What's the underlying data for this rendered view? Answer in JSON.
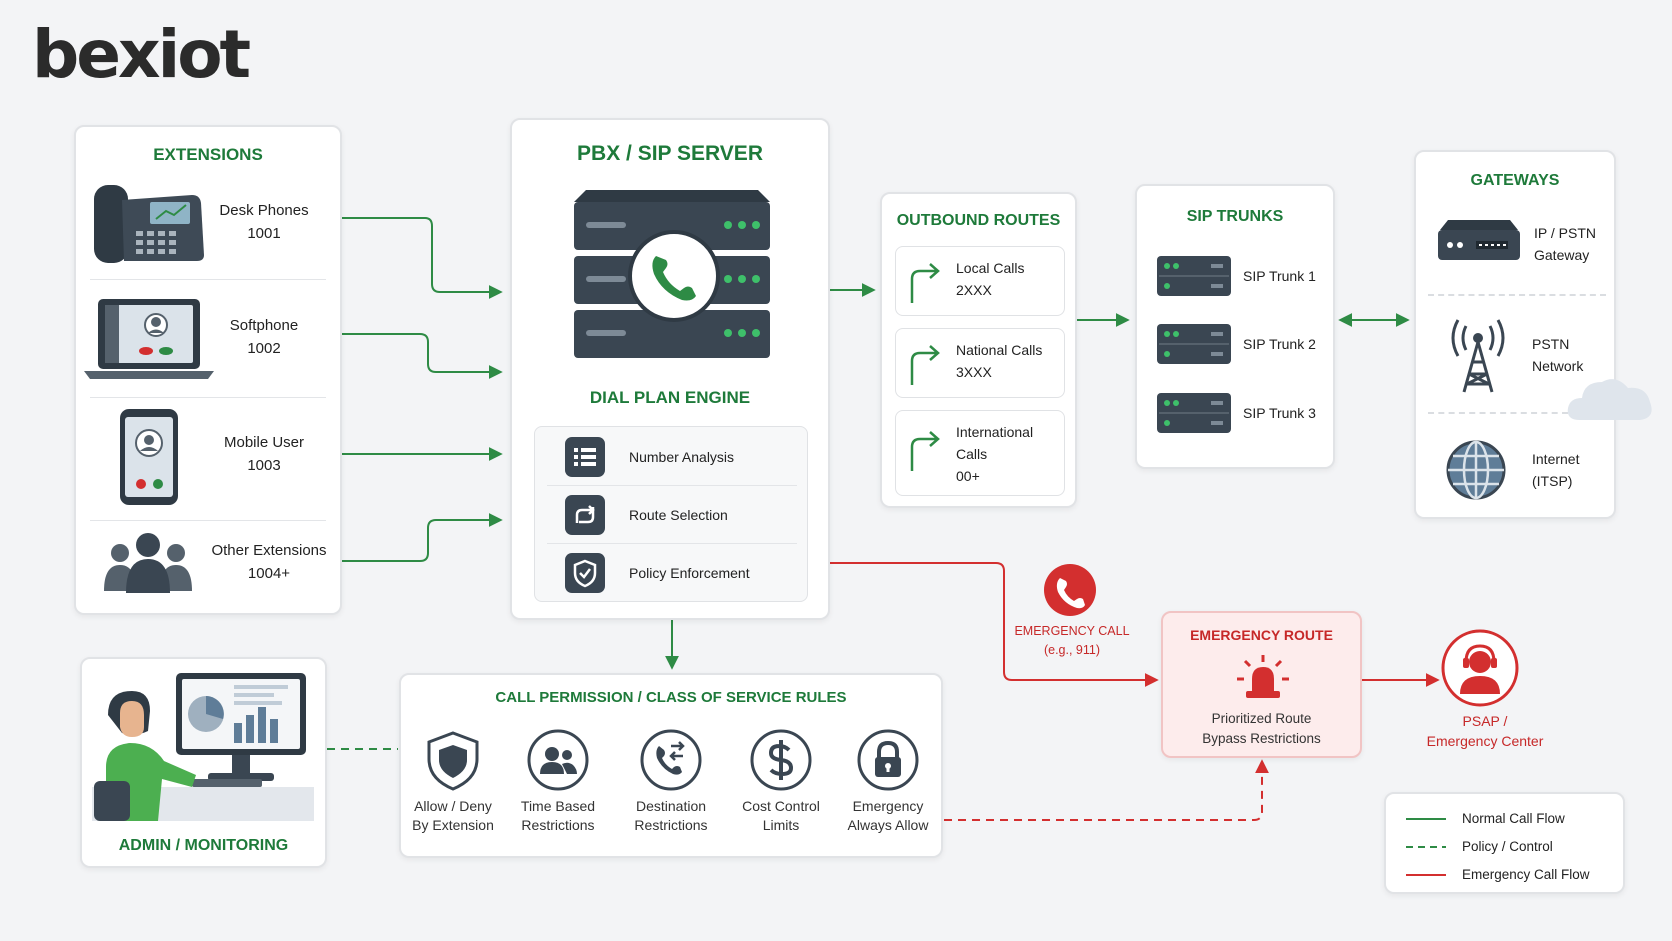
{
  "brand": {
    "logo_text": "bexiot"
  },
  "extensions": {
    "title": "EXTENSIONS",
    "items": [
      {
        "name": "Desk Phones",
        "number": "1001",
        "icon": "desk-phone-icon"
      },
      {
        "name": "Softphone",
        "number": "1002",
        "icon": "laptop-icon"
      },
      {
        "name": "Mobile User",
        "number": "1003",
        "icon": "mobile-phone-icon"
      },
      {
        "name": "Other Extensions",
        "number": "1004+",
        "icon": "group-icon"
      }
    ]
  },
  "pbx": {
    "title": "PBX / SIP SERVER",
    "engine_title": "DIAL PLAN ENGINE",
    "steps": [
      {
        "label": "Number Analysis",
        "icon": "list-icon"
      },
      {
        "label": "Route Selection",
        "icon": "route-icon"
      },
      {
        "label": "Policy Enforcement",
        "icon": "shield-check-icon"
      }
    ]
  },
  "outbound_routes": {
    "title": "OUTBOUND ROUTES",
    "routes": [
      {
        "line1": "Local Calls",
        "line2": "2XXX",
        "line3": ""
      },
      {
        "line1": "National Calls",
        "line2": "3XXX",
        "line3": ""
      },
      {
        "line1": "International",
        "line2": "Calls",
        "line3": "00+"
      }
    ]
  },
  "sip_trunks": {
    "title": "SIP TRUNKS",
    "trunks": [
      "SIP Trunk 1",
      "SIP Trunk 2",
      "SIP Trunk 3"
    ]
  },
  "gateways": {
    "title": "GATEWAYS",
    "items": [
      {
        "line1": "IP / PSTN",
        "line2": "Gateway",
        "icon": "gateway-device-icon"
      },
      {
        "line1": "PSTN",
        "line2": "Network",
        "icon": "antenna-tower-icon"
      },
      {
        "line1": "Internet",
        "line2": "(ITSP)",
        "icon": "globe-icon"
      }
    ]
  },
  "admin": {
    "title": "ADMIN / MONITORING"
  },
  "rules": {
    "title": "CALL PERMISSION / CLASS OF SERVICE RULES",
    "items": [
      {
        "line1": "Allow / Deny",
        "line2": "By Extension",
        "icon": "shield-icon"
      },
      {
        "line1": "Time Based",
        "line2": "Restrictions",
        "icon": "users-icon"
      },
      {
        "line1": "Destination",
        "line2": "Restrictions",
        "icon": "phone-transfer-icon"
      },
      {
        "line1": "Cost Control",
        "line2": "Limits",
        "icon": "dollar-icon"
      },
      {
        "line1": "Emergency",
        "line2": "Always Allow",
        "icon": "lock-icon"
      }
    ]
  },
  "emergency": {
    "call_label": "EMERGENCY CALL",
    "call_example": "(e.g., 911)",
    "route_title": "EMERGENCY ROUTE",
    "route_line1": "Prioritized Route",
    "route_line2": "Bypass Restrictions",
    "psap_line1": "PSAP /",
    "psap_line2": "Emergency Center"
  },
  "legend": {
    "items": [
      {
        "label": "Normal Call Flow",
        "style": "solid",
        "color": "#2e8b45"
      },
      {
        "label": "Policy / Control",
        "style": "dashed",
        "color": "#2e8b45"
      },
      {
        "label": "Emergency Call Flow",
        "style": "solid",
        "color": "#d32f2f"
      }
    ]
  },
  "colors": {
    "green": "#2e8b45",
    "title_green": "#1e7a3a",
    "red": "#d32f2f",
    "server": "#3a4652"
  }
}
